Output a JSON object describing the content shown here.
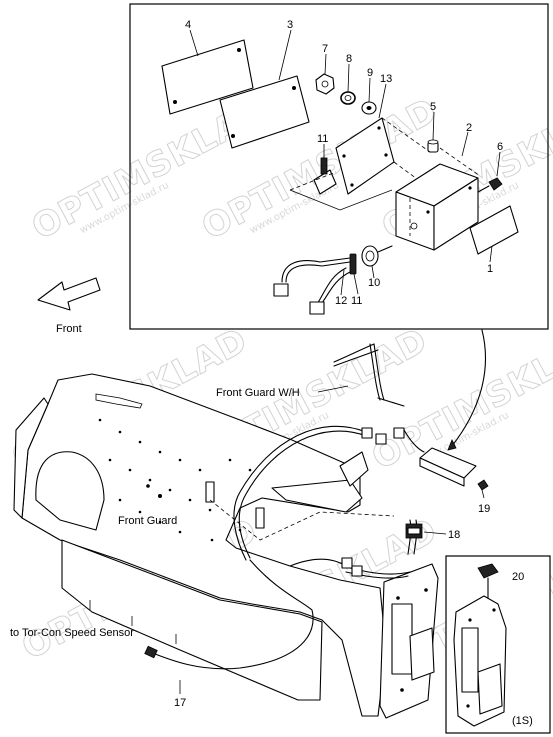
{
  "labels": {
    "front_arrow": "Front",
    "front_guard_wh": "Front Guard W/H",
    "front_guard": "Front Guard",
    "speed_sensor": "to Tor-Con Speed Sensor",
    "inset_tag": "(1S)"
  },
  "callouts": {
    "n1": "1",
    "n2": "2",
    "n3": "3",
    "n4": "4",
    "n5": "5",
    "n6": "6",
    "n7": "7",
    "n8": "8",
    "n9": "9",
    "n10": "10",
    "n11a": "11",
    "n11b": "11",
    "n12": "12",
    "n13": "13",
    "n17": "17",
    "n18": "18",
    "n19": "19",
    "n20": "20"
  },
  "watermark": {
    "brand": "OPTIMSKLAD",
    "site": "www.optim-sklad.ru"
  }
}
